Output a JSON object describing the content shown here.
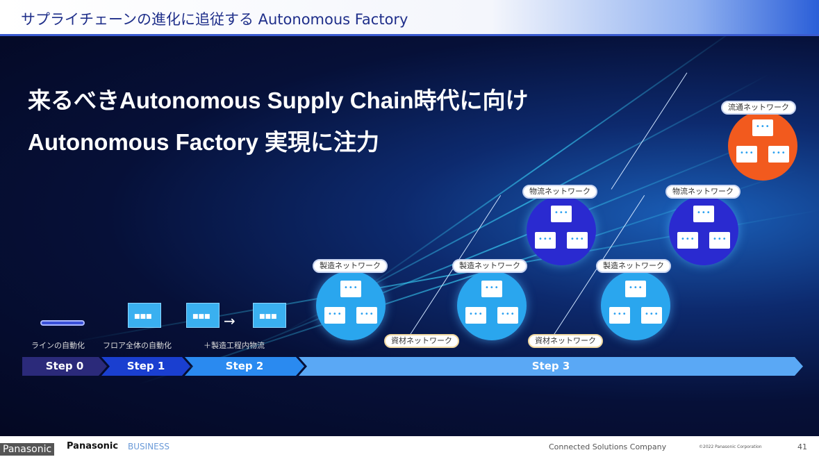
{
  "header": {
    "title": "サプライチェーンの進化に追従する Autonomous Factory"
  },
  "headline": {
    "line1": "来るべきAutonomous Supply Chain時代に向け",
    "line2": "Autonomous Factory 実現に注力"
  },
  "networks": {
    "manufacturing": "製造ネットワーク",
    "logistics": "物流ネットワーク",
    "distribution": "流通ネットワーク",
    "materials": "資材ネットワーク"
  },
  "stage_labels": [
    "ラインの自動化",
    "フロア全体の自動化",
    "＋製造工程内物流"
  ],
  "steps": [
    "Step 0",
    "Step 1",
    "Step 2",
    "Step 3"
  ],
  "colors": {
    "manufacturing": "#2aa6ee",
    "logistics": "#2a2ad0",
    "distribution": "#f25a1e",
    "step0": "#2b2a7a",
    "step1": "#1a3fd0",
    "step2": "#2a8af0",
    "step3": "#5aa8f5"
  },
  "footer": {
    "brand": "Panasonic",
    "business": "BUSINESS",
    "company": "Connected Solutions Company",
    "copyright": "©2022 Panasonic Corporation",
    "page": "41"
  },
  "overlay": {
    "label": "Panasonic"
  }
}
